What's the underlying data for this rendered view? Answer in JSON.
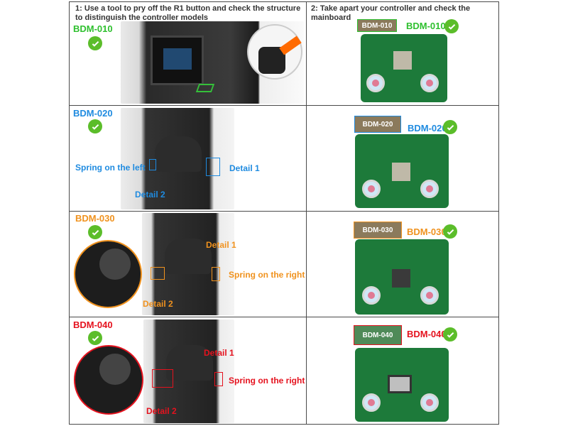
{
  "headers": {
    "left": "1: Use a tool to pry off the R1 button and check the structure to distinguish the controller models",
    "right": "2: Take apart your controller and check the mainboard"
  },
  "rows": [
    {
      "model": "BDM-010",
      "color": "#2fc02f",
      "callouts": []
    },
    {
      "model": "BDM-020",
      "color": "#1f8be0",
      "callouts": [
        "Spring on the left",
        "Detail 2",
        "Detail 1"
      ]
    },
    {
      "model": "BDM-030",
      "color": "#f0921e",
      "callouts": [
        "Detail 1",
        "Spring on the right",
        "Detail 2"
      ]
    },
    {
      "model": "BDM-040",
      "color": "#e5121e",
      "callouts": [
        "Detail 1",
        "Spring on the right",
        "Detail 2"
      ]
    }
  ],
  "colors": {
    "check": "#5bbd2a",
    "board": "#1d7a3a",
    "border": "#4a4a4a"
  }
}
